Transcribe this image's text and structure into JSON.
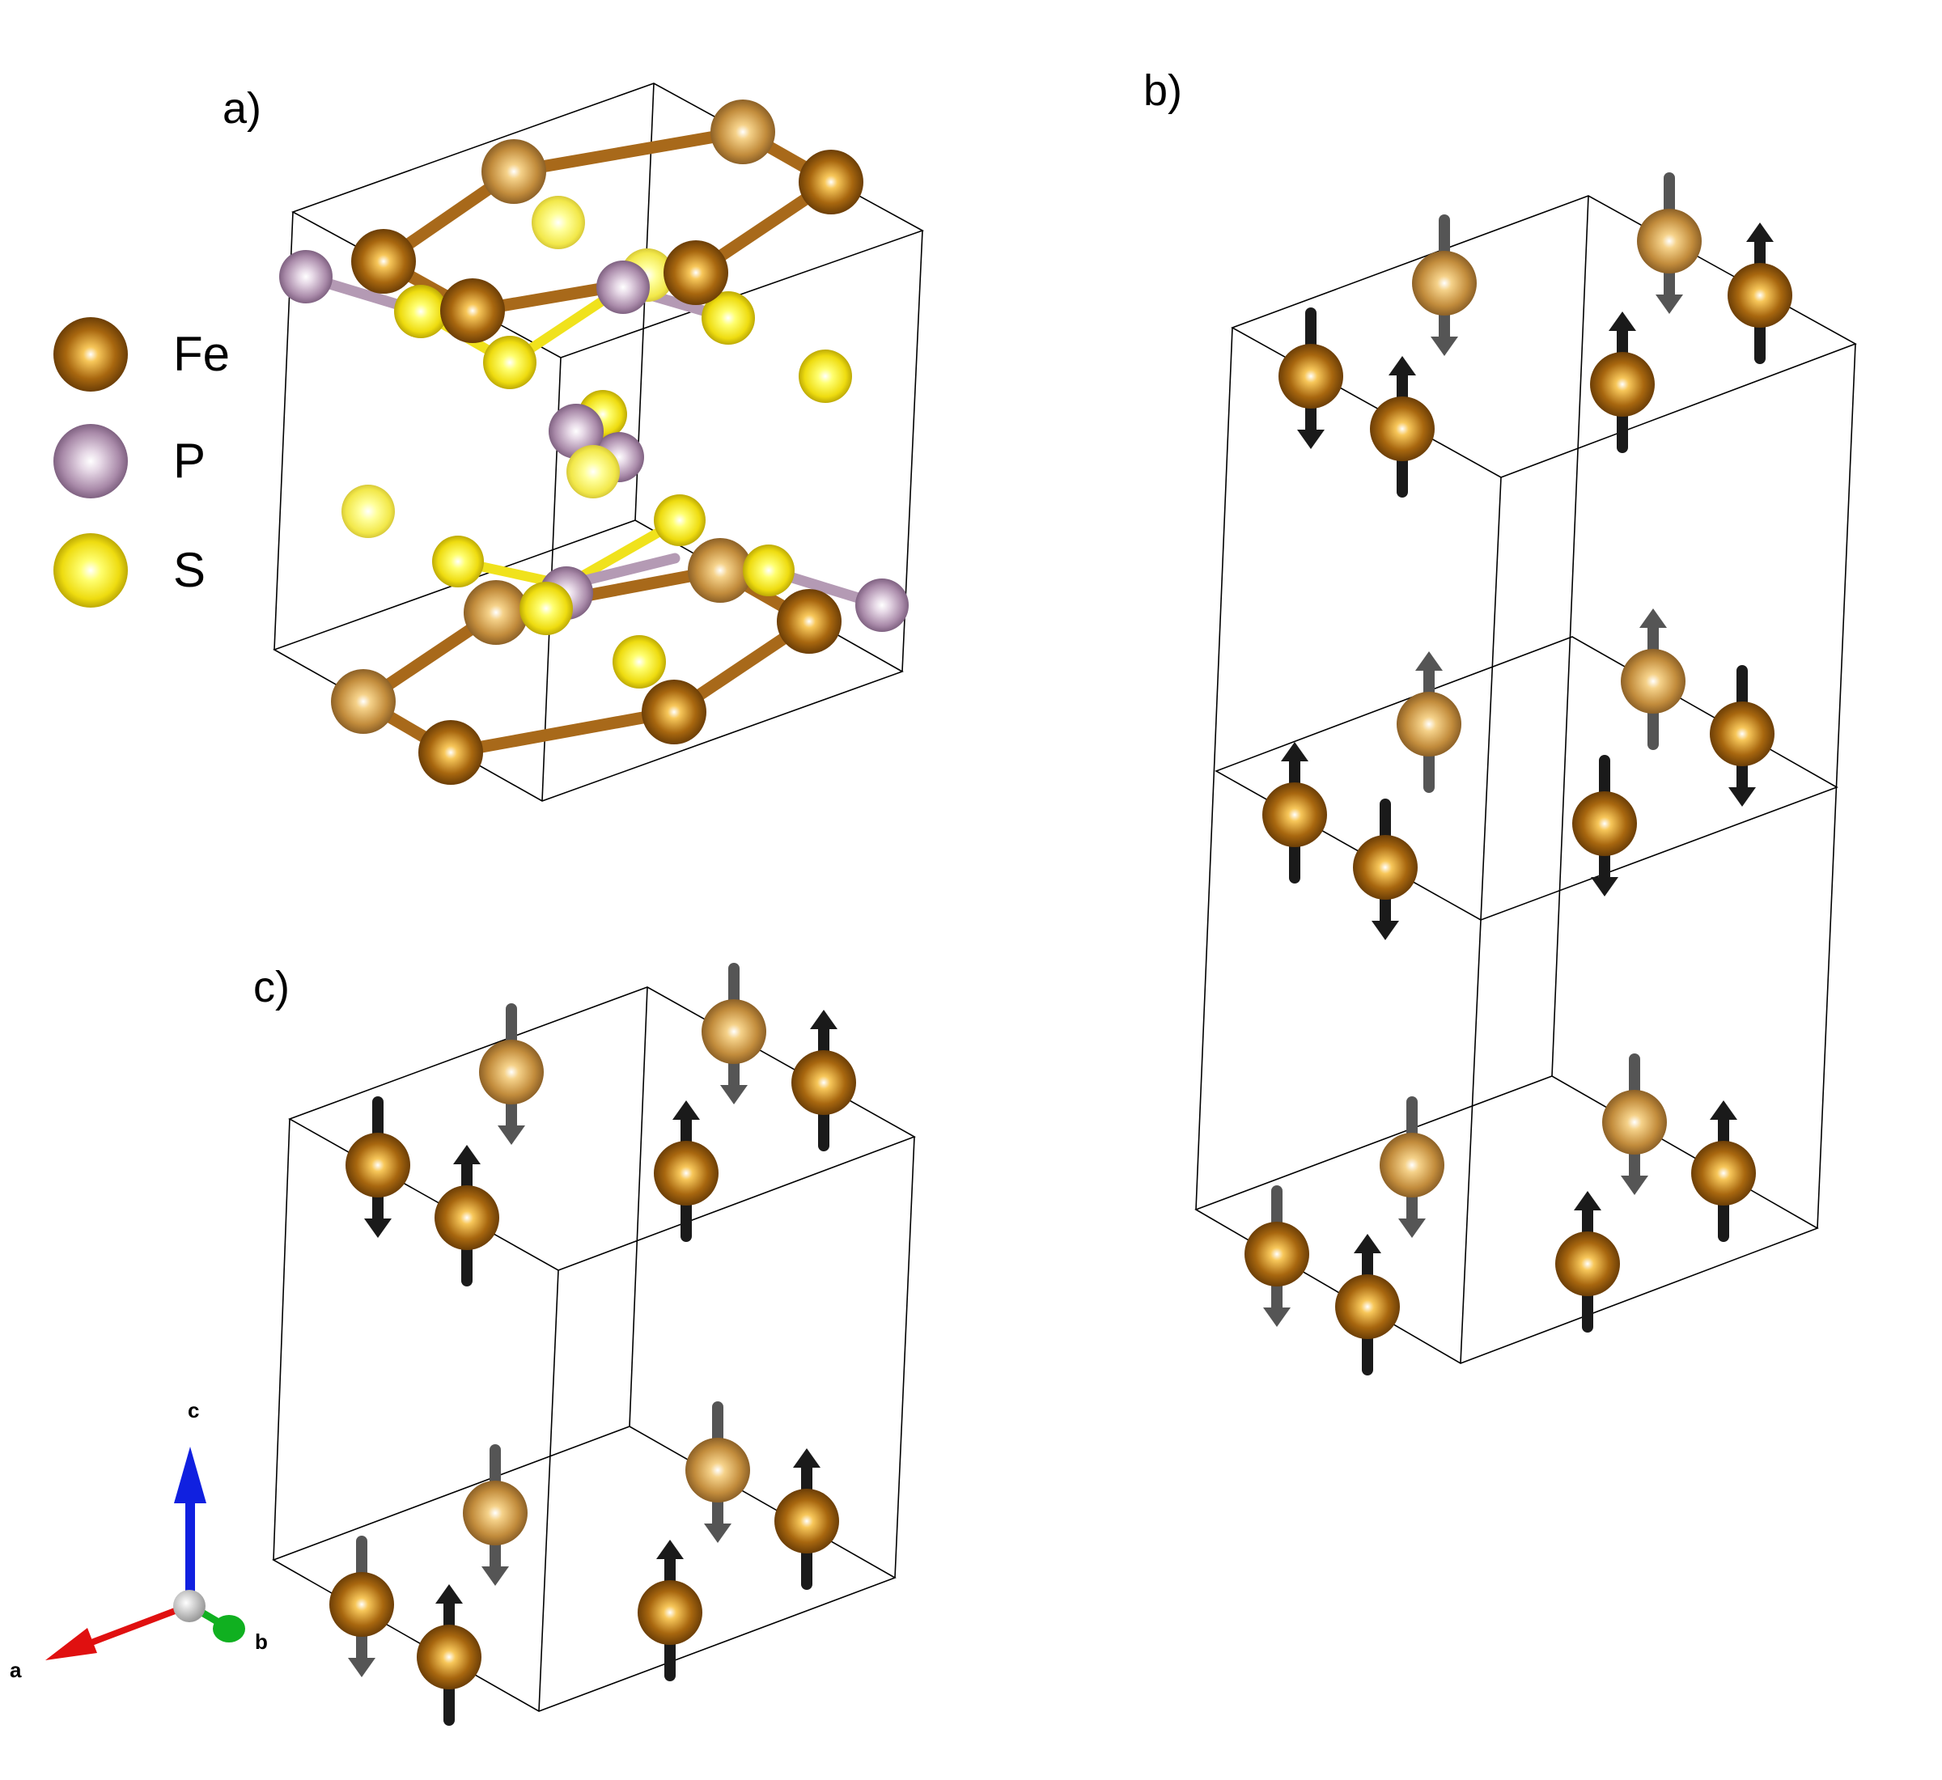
{
  "panels": [
    {
      "label": "a)"
    },
    {
      "label": "b)"
    },
    {
      "label": "c)"
    }
  ],
  "legend": [
    {
      "element": "Fe",
      "color": "#a8670f"
    },
    {
      "element": "P",
      "color": "#b49ab4"
    },
    {
      "element": "S",
      "color": "#f0e21c"
    }
  ],
  "axes": [
    {
      "label": "a",
      "color": "#e01010"
    },
    {
      "label": "b",
      "color": "#10b020"
    },
    {
      "label": "c",
      "color": "#1020e0"
    }
  ],
  "colors": {
    "fe_dark": "#8a5208",
    "fe_light": "#c8923a",
    "bond_fe": "#a8691a",
    "bond_s": "#f0e21c",
    "arrow_dark": "#1a1a1a",
    "arrow_light": "#555555"
  }
}
